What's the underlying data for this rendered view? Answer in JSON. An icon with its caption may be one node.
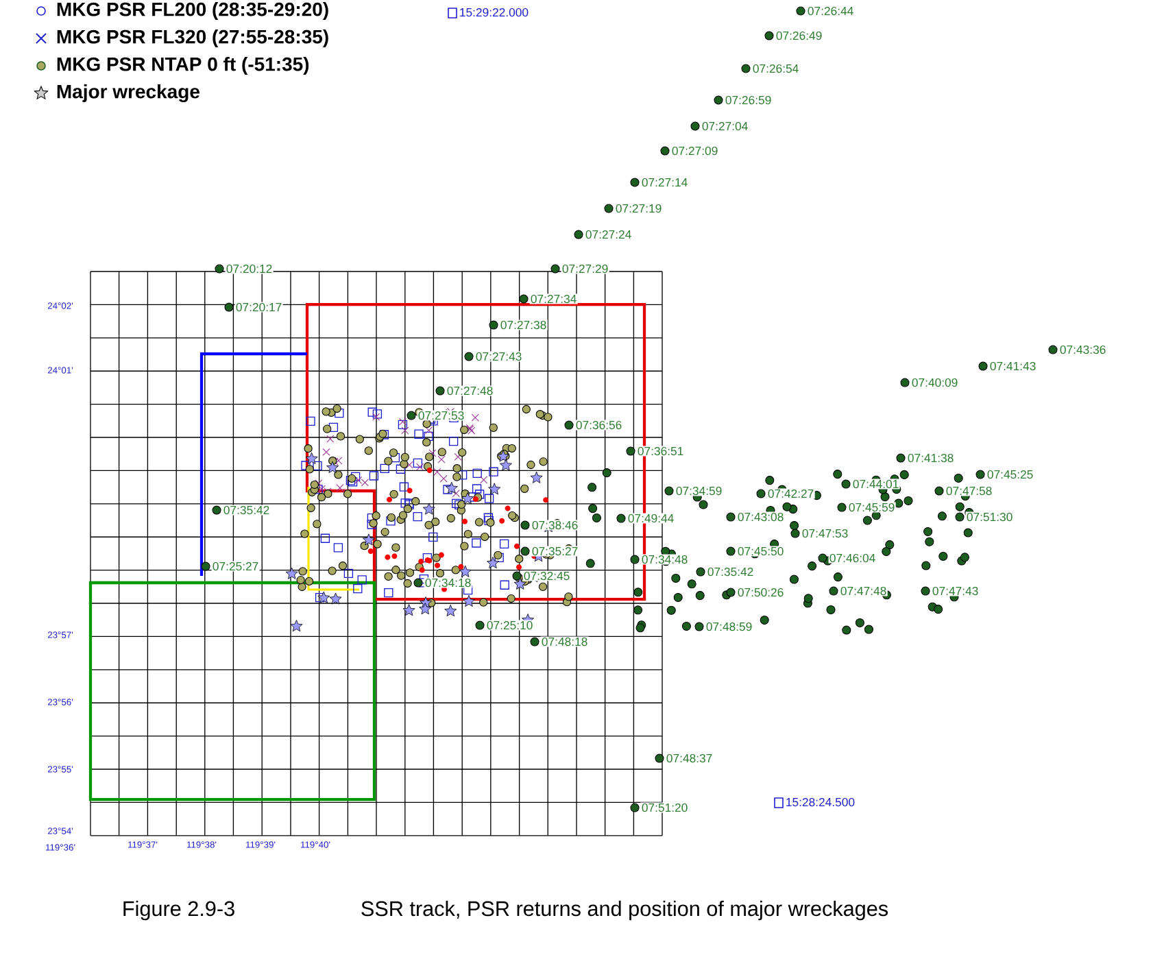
{
  "diagram": {
    "caption": "SSR track, PSR returns and position of major wreckages",
    "labels": [
      "07:26:44",
      "15:29:22.000",
      "07:26:49",
      "07:26:54",
      "07:26:59",
      "07:27:04",
      "07:27:09",
      "07:27:14",
      "07:27:19",
      "07:27:24",
      "07:20:12",
      "07:27:29",
      "24°02'",
      "07:27:34",
      "07:20:17",
      "07:27:38",
      "07:43:36",
      "07:27:43",
      "07:41:43",
      "24°01'",
      "07:40:09",
      "07:27:48",
      "07:27:53",
      "07:36:56",
      "07:36:51",
      "07:41:38",
      "07:45:25",
      "07:44:01",
      "07:34:59",
      "07:42:27",
      "07:47:58",
      "07:45:59",
      "07:35:42",
      "07:51:30",
      "07:43:08",
      "07:49:44",
      "07:38:46",
      "07:47:53",
      "07:45:50",
      "07:35:27",
      "07:46:04",
      "07:34:48",
      "07:25:27",
      "07:35:42",
      "07:32:45",
      "07:34:18",
      "07:47:48",
      "07:47:43",
      "07:50:26",
      "07:25:10",
      "07:48:59",
      "23°57'",
      "07:48:18",
      "23°56'",
      "07:48:37",
      "23°55'",
      "15:28:24.500",
      "07:51:20",
      "23°54'",
      "119°36'",
      "119°37'",
      "119°38'",
      "119°39'",
      "119°40'",
      "Figure 2.9-3"
    ],
    "legend": [
      {
        "text": "MKG PSR FL200 (28:35-29:20)"
      },
      {
        "text": "MKG PSR FL320 (27:55-28:35)"
      },
      {
        "text": "MKG PSR NTAP 0 ft (-51:35)"
      },
      {
        "text": "Major wreckage"
      }
    ]
  }
}
